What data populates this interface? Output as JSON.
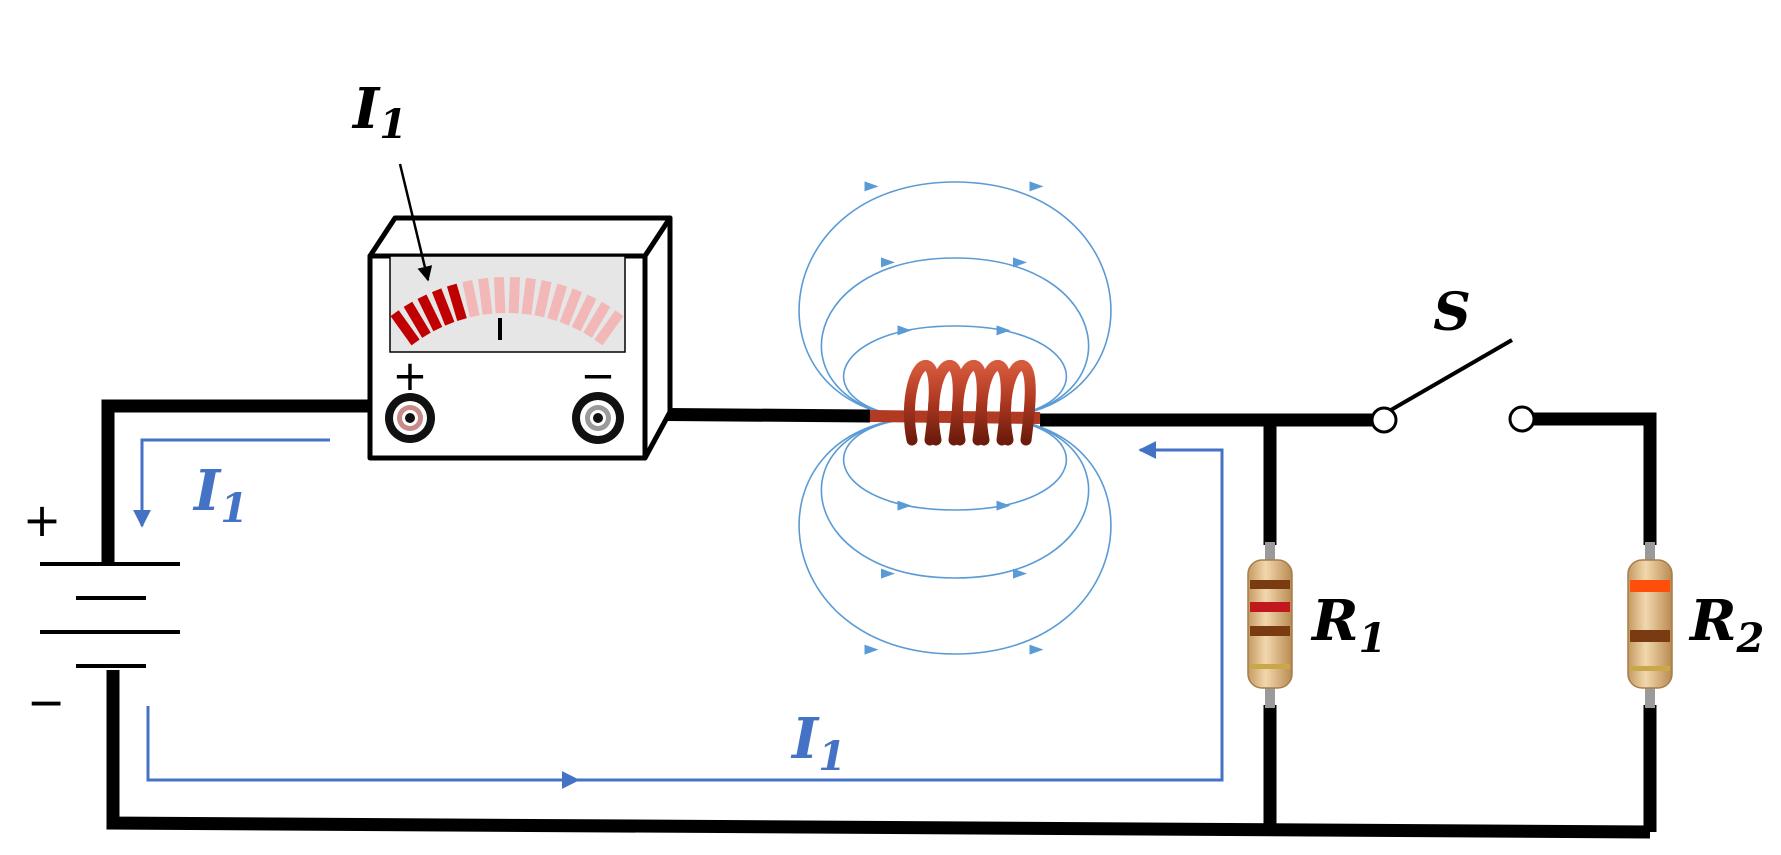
{
  "labels": {
    "meter_current": "I",
    "meter_current_sub": "1",
    "loop_current": "I",
    "loop_current_sub": "1",
    "bottom_current": "I",
    "bottom_current_sub": "1",
    "switch": "S",
    "r1": "R",
    "r1_sub": "1",
    "r2": "R",
    "r2_sub": "2",
    "battery_plus": "+",
    "battery_minus": "−",
    "meter_plus": "+",
    "meter_minus": "−"
  },
  "colors": {
    "wire": "#000000",
    "current_arrow": "#4472c4",
    "field_lines": "#5b9bd5",
    "coil": "#b03a22",
    "meter_lit": "#c00000",
    "meter_dim": "#f2b8b8",
    "meter_face": "#e6e6e6",
    "resistor_body": "#dcb98a"
  },
  "meter": {
    "lit_segments": 5,
    "total_segments": 16
  },
  "icons": {
    "battery": "battery-icon",
    "ammeter": "ammeter-icon",
    "coil": "coil-icon",
    "switch": "switch-icon",
    "resistor": "resistor-icon"
  }
}
